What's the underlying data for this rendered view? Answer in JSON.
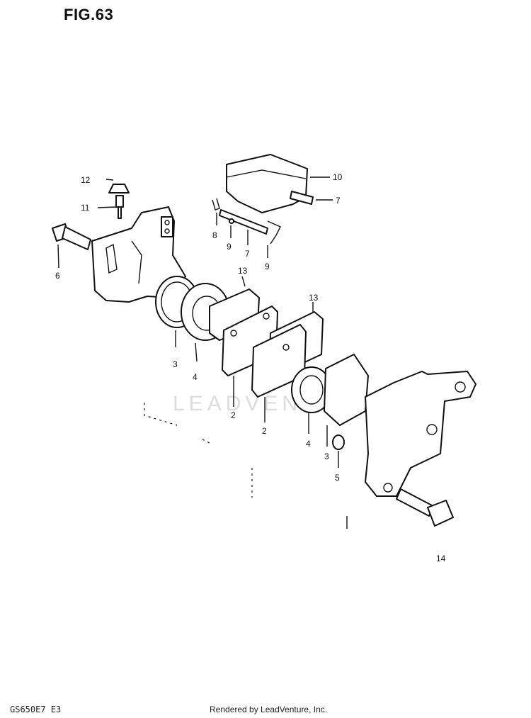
{
  "figure": {
    "title": "FIG.63"
  },
  "footer": {
    "model_code": "GS650E7 E3",
    "rendered_by": "Rendered by LeadVenture, Inc."
  },
  "watermark": {
    "text": "LEADVENTURE"
  },
  "callouts": {
    "c12": "12",
    "c11": "11",
    "c6": "6",
    "c10": "10",
    "c7a": "7",
    "c7b": "7",
    "c8": "8",
    "c9a": "9",
    "c9b": "9",
    "c13a": "13",
    "c13b": "13",
    "c3a": "3",
    "c3b": "3",
    "c4a": "4",
    "c4b": "4",
    "c2a": "2",
    "c2b": "2",
    "c5": "5",
    "c14": "14"
  }
}
